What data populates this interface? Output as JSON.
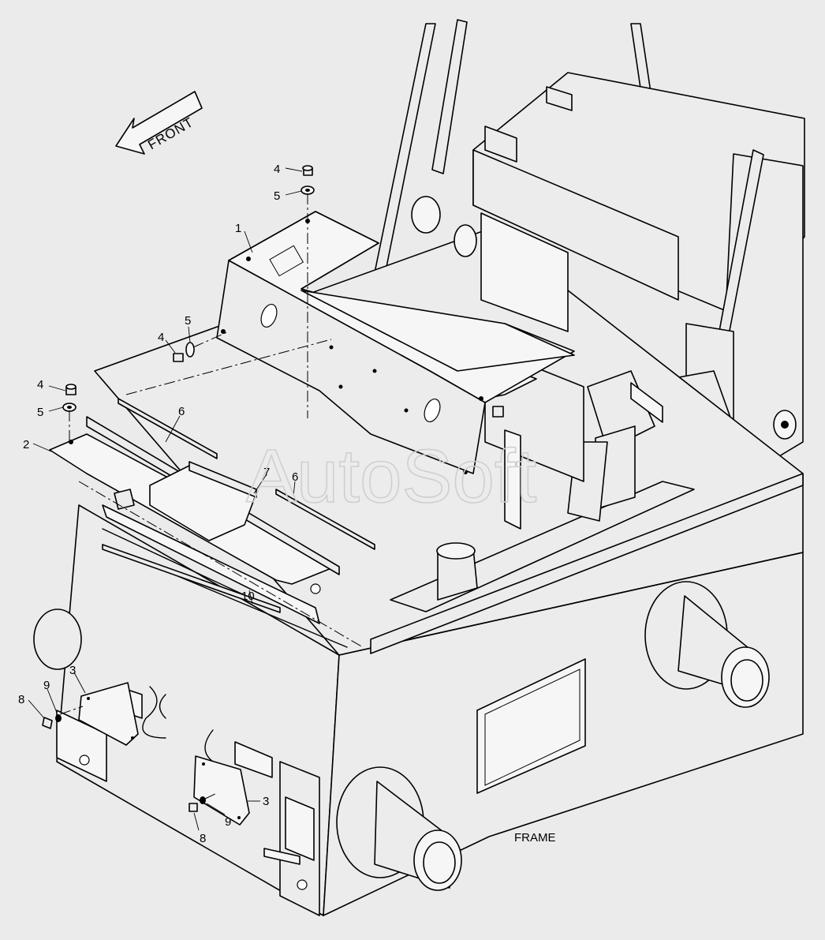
{
  "direction_label": "FRONT",
  "assembly_label": "FRAME",
  "watermark": "AutoSoft",
  "callouts": {
    "c1": "1",
    "c2": "2",
    "c3a": "3",
    "c3b": "3",
    "c4a": "4",
    "c4b": "4",
    "c4c": "4",
    "c5a": "5",
    "c5b": "5",
    "c5c": "5",
    "c6a": "6",
    "c6b": "6",
    "c7": "7",
    "c8a": "8",
    "c8b": "8",
    "c9a": "9",
    "c9b": "9",
    "c10": "10"
  }
}
